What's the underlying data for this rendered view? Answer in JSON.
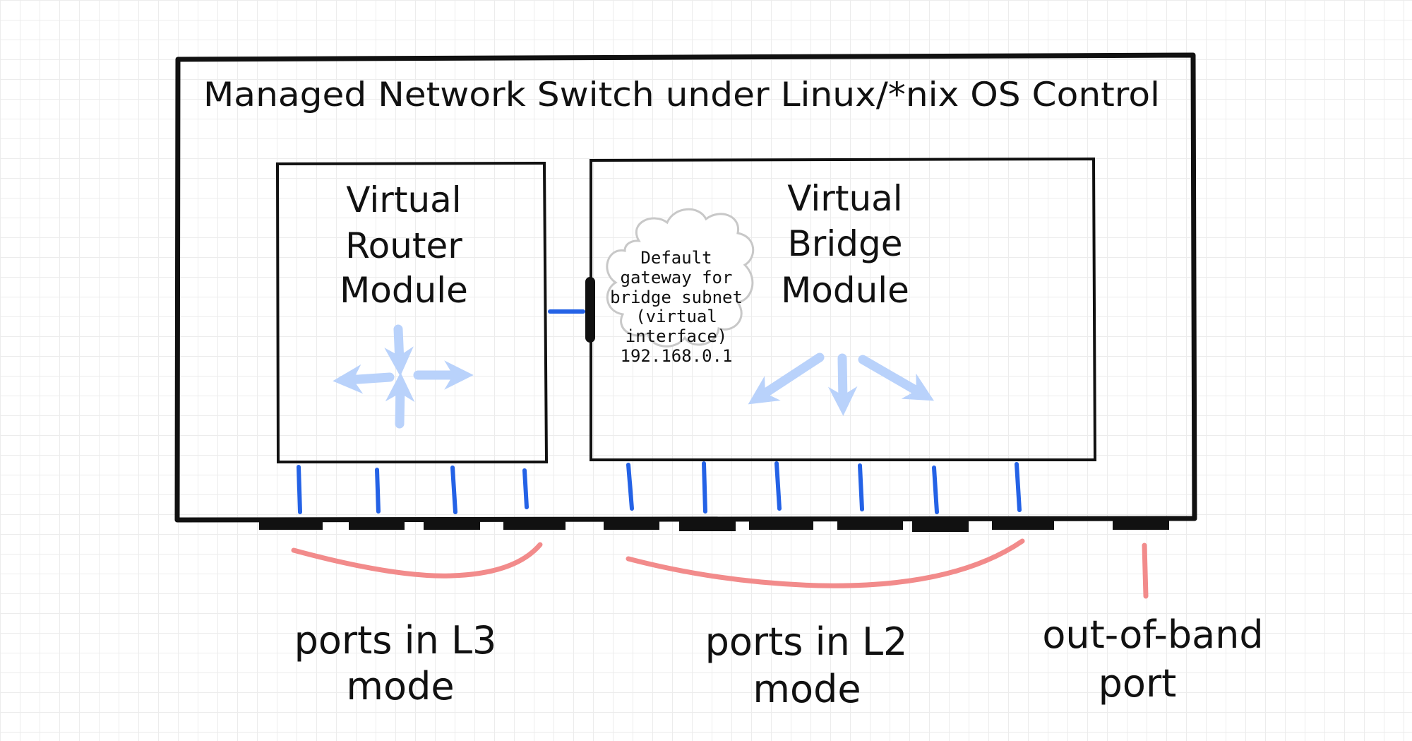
{
  "diagram": {
    "switch_title": "Managed Network Switch under Linux/*nix OS Control",
    "router_module": {
      "line1": "Virtual",
      "line2": "Router",
      "line3": "Module"
    },
    "bridge_module": {
      "line1": "Virtual",
      "line2": "Bridge",
      "line3": "Module"
    },
    "gateway_cloud": {
      "line1": "Default",
      "line2": "gateway for",
      "line3": "bridge subnet",
      "line4": "(virtual",
      "line5": "interface)",
      "line6": "192.168.0.1"
    },
    "labels": {
      "l3_line1": "ports in L3",
      "l3_line2": "mode",
      "l2_line1": "ports in L2",
      "l2_line2": "mode",
      "oob_line1": "out-of-band",
      "oob_line2": "port"
    },
    "colors": {
      "outline": "#111111",
      "port_link": "#2462e6",
      "arrow": "#b9d2fb",
      "brace": "#f28b8b",
      "cloud_stroke": "#c8c8c8"
    }
  }
}
